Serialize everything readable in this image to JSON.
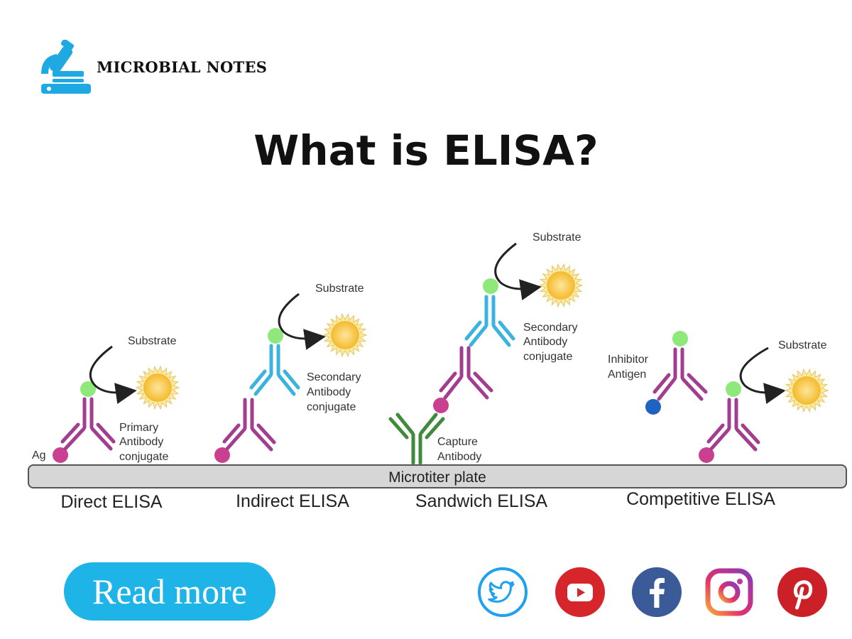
{
  "brand": {
    "name": "MICROBIAL NOTES"
  },
  "title": "What is ELISA?",
  "diagram": {
    "plate_label": "Microtiter plate",
    "panels": [
      {
        "name": "Direct ELISA",
        "labels": {
          "substrate": "Substrate",
          "ag": "Ag",
          "primary_1": "Primary",
          "primary_2": "Antibody",
          "primary_3": "conjugate"
        }
      },
      {
        "name": "Indirect ELISA",
        "labels": {
          "substrate": "Substrate",
          "secondary_1": "Secondary",
          "secondary_2": "Antibody",
          "secondary_3": "conjugate"
        }
      },
      {
        "name": "Sandwich ELISA",
        "labels": {
          "substrate": "Substrate",
          "secondary_1": "Secondary",
          "secondary_2": "Antibody",
          "secondary_3": "conjugate",
          "capture_1": "Capture",
          "capture_2": "Antibody"
        }
      },
      {
        "name": "Competitive ELISA",
        "labels": {
          "substrate": "Substrate",
          "inhibitor_1": "Inhibitor",
          "inhibitor_2": "Antigen"
        }
      }
    ],
    "colors": {
      "primary_antibody": "#a23d8f",
      "secondary_antibody": "#3bb3df",
      "capture_antibody": "#3f8a3c",
      "antigen": "#c8408f",
      "enzyme": "#8ee87a",
      "inhibitor_antigen": "#1f63c2",
      "substrate_sun": "#f7c331",
      "plate": "#d6d6d6"
    }
  },
  "cta": {
    "label": "Read more"
  },
  "social": [
    "twitter-icon",
    "youtube-icon",
    "facebook-icon",
    "instagram-icon",
    "pinterest-icon"
  ]
}
